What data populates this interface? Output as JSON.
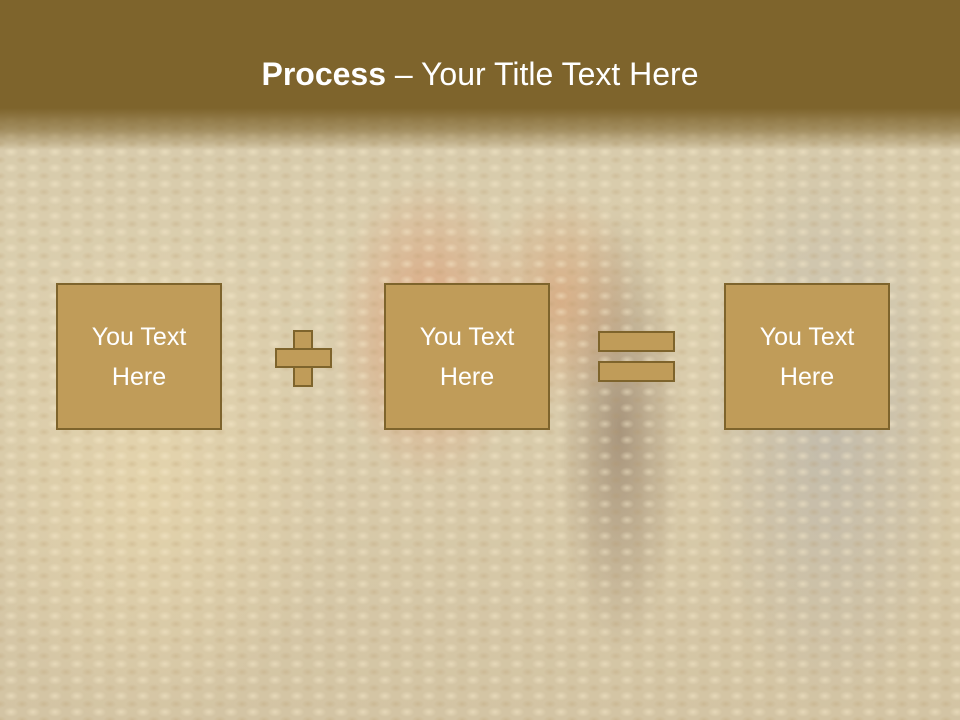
{
  "slide": {
    "title_bold": "Process",
    "title_rest": " – Your Title Text Here",
    "boxes": [
      {
        "line1": "You Text",
        "line2": "Here"
      },
      {
        "line1": "You Text",
        "line2": "Here"
      },
      {
        "line1": "You Text",
        "line2": "Here"
      }
    ],
    "operators": [
      "plus-icon",
      "equals-icon"
    ]
  },
  "colors": {
    "header": "#7e642c",
    "box_fill": "#c09c59",
    "box_border": "#7e642c",
    "text": "#ffffff"
  }
}
